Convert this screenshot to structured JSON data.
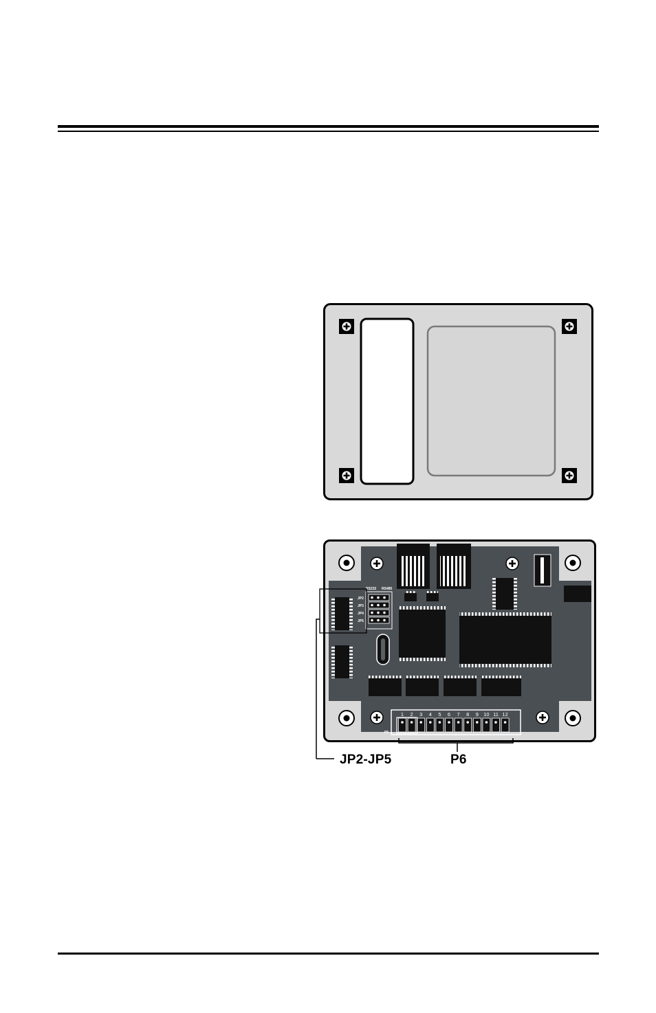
{
  "figures": {
    "front_panel": {},
    "board": {
      "labels": {
        "rs232": "RS232",
        "rs485": "RS485",
        "jp2": "JP2",
        "jp3": "JP3",
        "jp4": "JP4",
        "jp5": "JP5",
        "p6_silk": "P6"
      },
      "pin_numbers": [
        "1",
        "2",
        "3",
        "4",
        "5",
        "6",
        "7",
        "8",
        "9",
        "10",
        "11",
        "12"
      ]
    },
    "callouts": {
      "jumpers": "JP2-JP5",
      "connector": "P6"
    }
  }
}
